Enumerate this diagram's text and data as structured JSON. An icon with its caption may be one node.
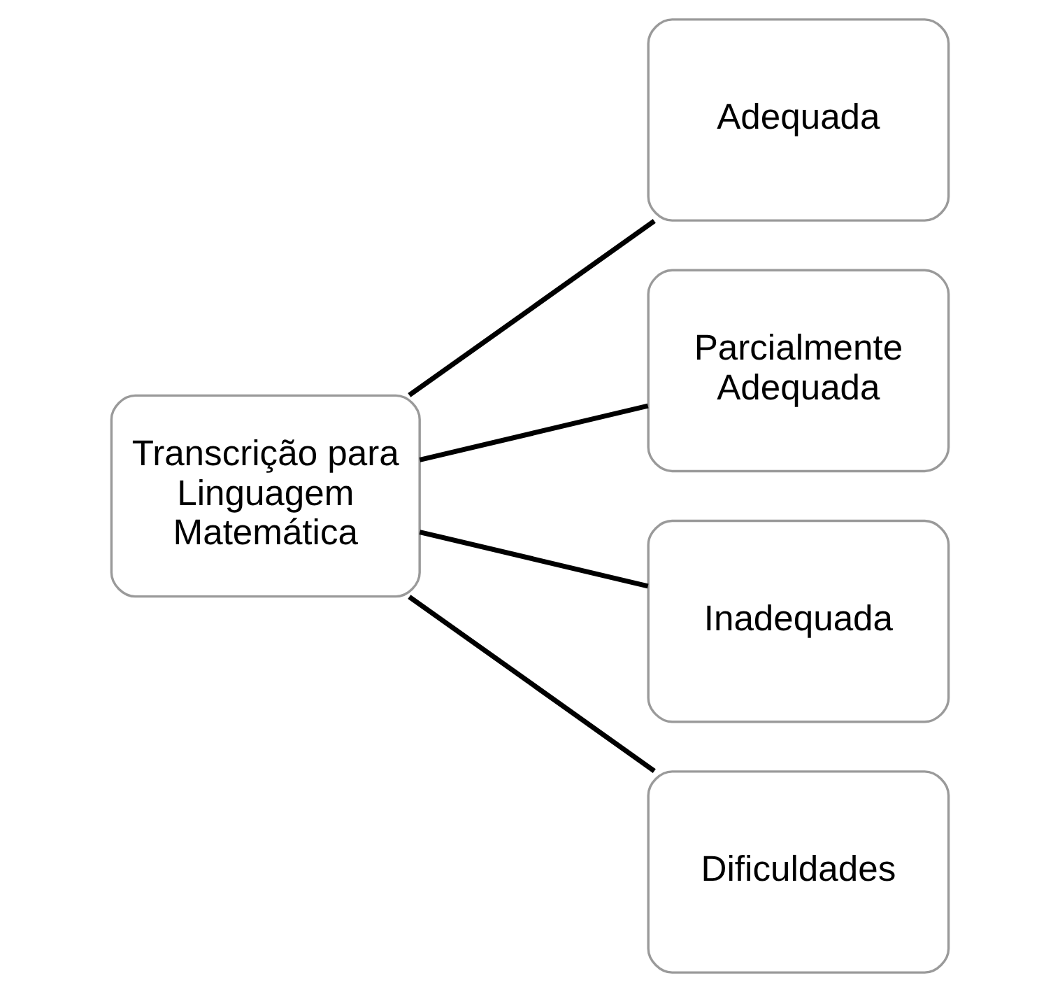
{
  "diagram": {
    "nodes": [
      {
        "text": [
          "Transcrição para Linguagem Matemática"
        ]
      },
      {
        "text": [
          "Adequada"
        ]
      },
      {
        "text": [
          "Parcialmente Adequada"
        ]
      },
      {
        "text": [
          "Inadequada"
        ]
      },
      {
        "text": [
          "Dificuldades"
        ]
      }
    ],
    "edges": [
      {
        "from": 0,
        "to": 1,
        "arrow": "none"
      },
      {
        "from": 0,
        "to": 2,
        "arrow": "none"
      },
      {
        "from": 0,
        "to": 3,
        "arrow": "none"
      },
      {
        "from": 0,
        "to": 4,
        "arrow": "none"
      }
    ]
  }
}
